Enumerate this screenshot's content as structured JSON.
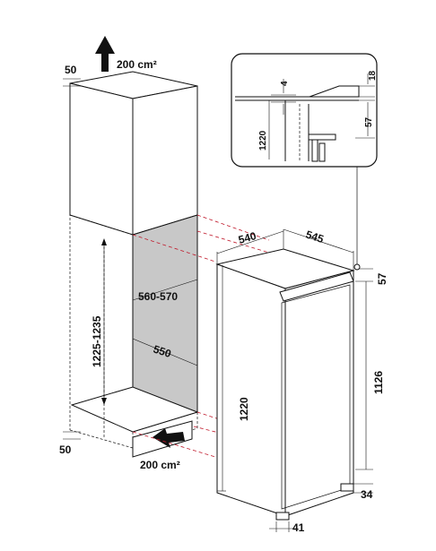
{
  "ventilation": {
    "top_area": "200 cm²",
    "bottom_area": "200 cm²"
  },
  "cabinet": {
    "top_clearance": "50",
    "bottom_clearance": "50",
    "niche_height": "1225-1235",
    "niche_width": "560-570",
    "niche_depth": "550"
  },
  "appliance": {
    "depth": "540",
    "width": "545",
    "top_offset": "57",
    "height": "1220",
    "door_height": "1126",
    "foot_height": "34",
    "foot_depth": "41"
  },
  "detail": {
    "gap_top": "4",
    "rail_height": "18",
    "appliance_height": "1220",
    "rail_offset": "57"
  }
}
